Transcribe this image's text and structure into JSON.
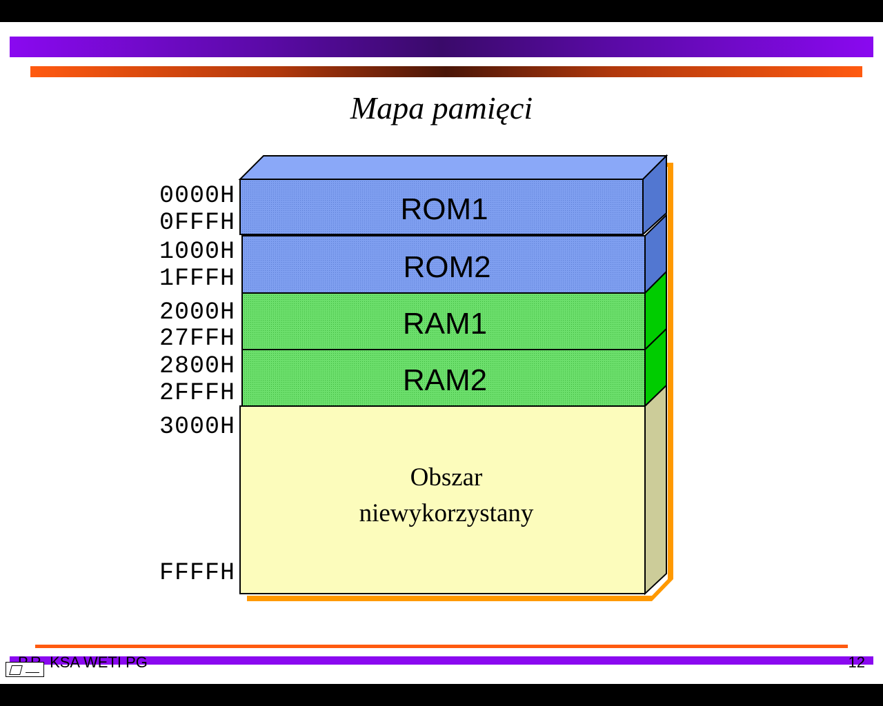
{
  "slide": {
    "title": "Mapa pamięci",
    "footer_left": "P.R. KSA WETI PG",
    "footer_right": "12"
  },
  "memory_map": {
    "segments": [
      {
        "name": "ROM1",
        "start": "0000H",
        "end": "0FFFH",
        "color": "#7f9ff0"
      },
      {
        "name": "ROM2",
        "start": "1000H",
        "end": "1FFFH",
        "color": "#7f9ff0"
      },
      {
        "name": "RAM1",
        "start": "2000H",
        "end": "27FFH",
        "color": "#6cdf6c"
      },
      {
        "name": "RAM2",
        "start": "2800H",
        "end": "2FFFH",
        "color": "#6cdf6c"
      }
    ],
    "unused": {
      "label_line1": "Obszar",
      "label_line2": "niewykorzystany",
      "start": "3000H",
      "end": "FFFFH",
      "color": "#fcfcbc"
    },
    "colors": {
      "rom_side": "#5277d1",
      "rom_top": "#8aa8f8",
      "ram_side": "#00cc00",
      "unused_side": "#cccc99",
      "shadow": "#ff9900"
    }
  }
}
